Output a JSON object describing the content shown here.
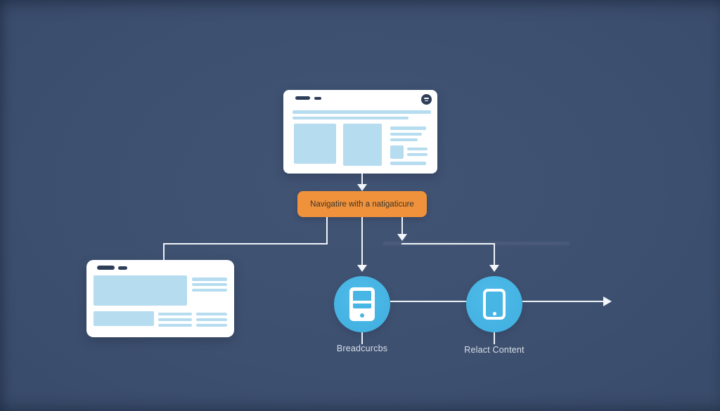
{
  "diagram": {
    "flow_label": {
      "text": "Navigatire with a natigaticure"
    },
    "nodes": [
      {
        "label": "Breadcurcbs",
        "icon": "mobile-card-icon"
      },
      {
        "label": "Relact Content",
        "icon": "tablet-icon"
      }
    ],
    "colors": {
      "background": "#3E5070",
      "card": "#FFFFFF",
      "wireframe_fill": "#B5DCEF",
      "wireframe_dark": "#2E3D59",
      "accent_orange": "#F0923B",
      "node_blue": "#47B6E4",
      "connector": "#EFF4F9",
      "label_text": "#D9DFE8"
    }
  }
}
